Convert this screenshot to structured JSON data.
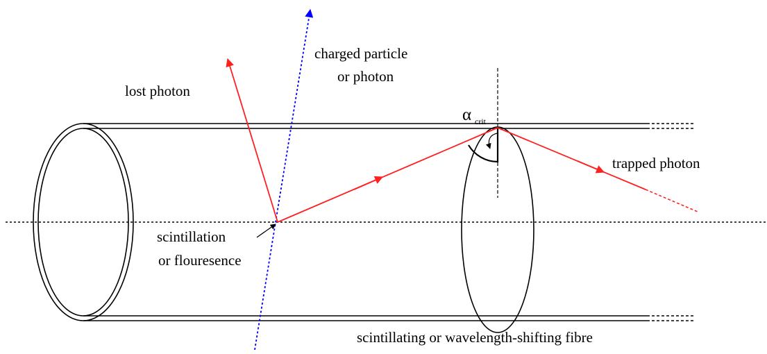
{
  "labels": {
    "charged_particle_line1": "charged particle",
    "charged_particle_line2": "or photon",
    "lost_photon": "lost photon",
    "alpha_symbol": "α",
    "alpha_subscript": "crit",
    "trapped_photon": "trapped photon",
    "scintillation_line1": "scintillation",
    "scintillation_line2": "or flouresence",
    "fibre": "scintillating or wavelength-shifting fibre"
  },
  "colors": {
    "photon": "#ff2020",
    "particle_track": "#0000ff",
    "outline": "#000000"
  }
}
